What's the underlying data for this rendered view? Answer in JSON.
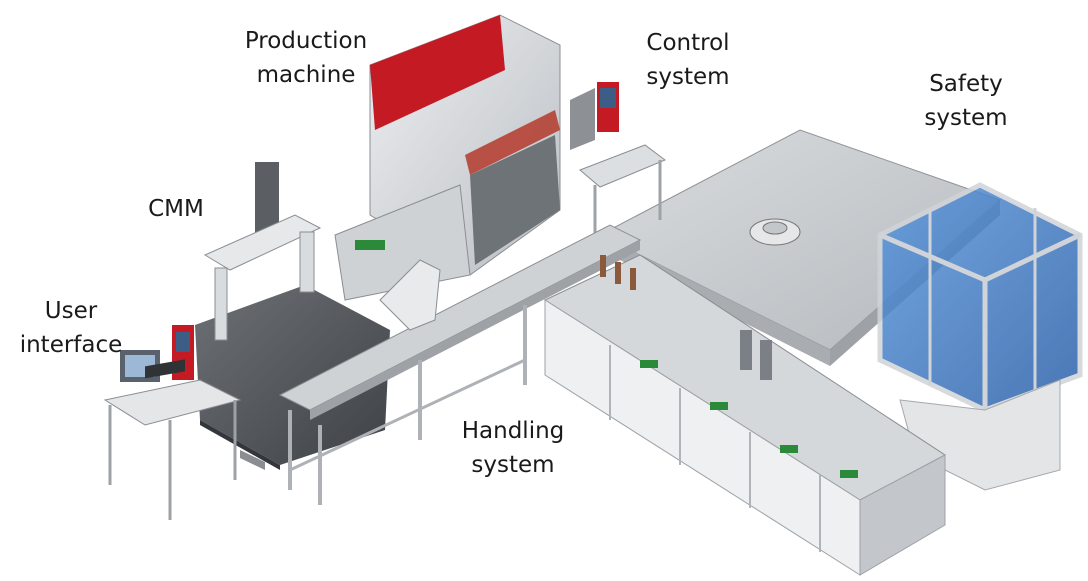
{
  "labels": {
    "production_machine": [
      "Production",
      "machine"
    ],
    "control_system": [
      "Control",
      "system"
    ],
    "safety_system": [
      "Safety",
      "system"
    ],
    "cmm": [
      "CMM"
    ],
    "user_interface": [
      "User",
      "interface"
    ],
    "handling_system": [
      "Handling",
      "system"
    ]
  },
  "colors": {
    "machine_accent": "#c41a24",
    "enclosure_blue": "#3a78c8",
    "frame_grey": "#c9ccd0",
    "board_green": "#2a8a3a",
    "background": "#ffffff"
  }
}
